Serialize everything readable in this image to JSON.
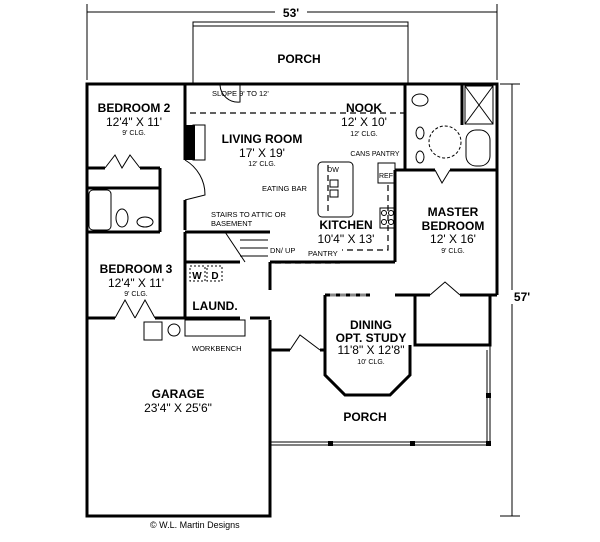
{
  "dimensions": {
    "width": "53'",
    "depth": "57'"
  },
  "rooms": {
    "porch_rear": {
      "name": "PORCH"
    },
    "bedroom2": {
      "name": "BEDROOM 2",
      "size": "12'4\" X 11'",
      "ceiling": "9' CLG."
    },
    "living": {
      "name": "LIVING ROOM",
      "size": "17' X 19'",
      "ceiling": "12' CLG."
    },
    "nook": {
      "name": "NOOK",
      "size": "12' X 10'",
      "ceiling": "12' CLG."
    },
    "kitchen": {
      "name": "KITCHEN",
      "size": "10'4\" X 13'"
    },
    "master": {
      "name": "MASTER",
      "name2": "BEDROOM",
      "size": "12' X 16'",
      "ceiling": "9' CLG."
    },
    "bedroom3": {
      "name": "BEDROOM 3",
      "size": "12'4\" X 11'",
      "ceiling": "9' CLG."
    },
    "laundry": {
      "name": "LAUND."
    },
    "dining": {
      "name": "DINING",
      "name2": "OPT. STUDY",
      "size": "11'8\" X 12'8\"",
      "ceiling": "10' CLG."
    },
    "garage": {
      "name": "GARAGE",
      "size": "23'4\" X 25'6\""
    },
    "porch_front": {
      "name": "PORCH"
    }
  },
  "notes": {
    "slope": "SLOPE 9' TO 12'",
    "cans_pantry": "CANS PANTRY",
    "eating_bar": "EATING BAR",
    "stairs": "STAIRS TO ATTIC OR",
    "stairs2": "BASEMENT",
    "dn_up": "DN/ UP",
    "pantry": "PANTRY",
    "dw": "DW",
    "ref": "REF",
    "washer": "W",
    "dryer": "D",
    "workbench": "WORKBENCH"
  },
  "copyright": "© W.L. Martin Designs"
}
